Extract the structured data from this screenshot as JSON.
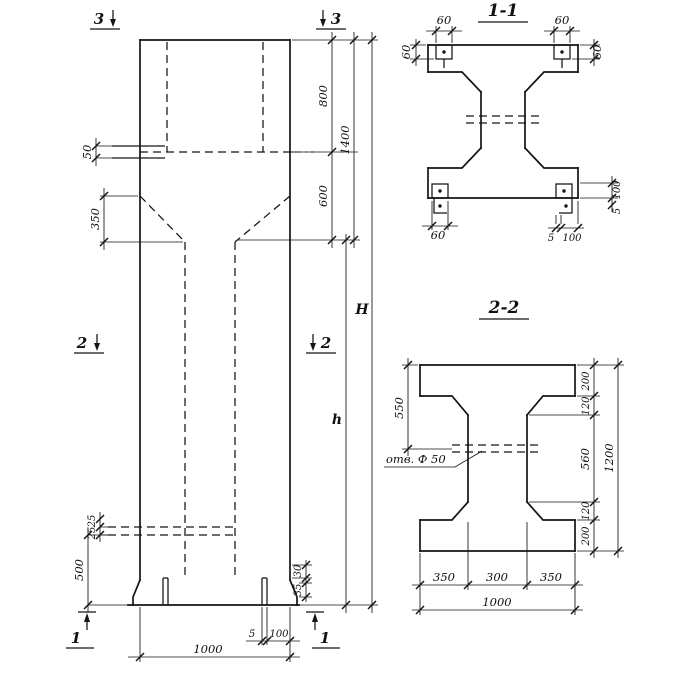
{
  "drawing": {
    "background": "#ffffff",
    "ink": "#141414"
  },
  "elevation": {
    "markers": {
      "one": "1",
      "two": "2",
      "three": "3"
    },
    "dims": {
      "d50": "50",
      "d350": "350",
      "d800": "800",
      "d600": "600",
      "d1400": "1400",
      "H": "H",
      "h": "h",
      "d25a": "25",
      "d25b": "25",
      "d500": "500",
      "d30": "30",
      "d35": "35",
      "d5": "5",
      "d100": "100",
      "d1000": "1000"
    }
  },
  "section11": {
    "title": "1-1",
    "dims": {
      "d60_tl": "60",
      "d60_tr": "60",
      "d60_lv": "60",
      "d60_rv": "60",
      "d60_bl": "60",
      "d5_b": "5",
      "d100_b": "100",
      "d100_rv": "100",
      "d5_rv": "5"
    }
  },
  "section22": {
    "title": "2-2",
    "hole_label": "отв. Ф 50",
    "dims": {
      "d550": "550",
      "d200t": "200",
      "d120t": "120",
      "d560": "560",
      "d120b": "120",
      "d200b": "200",
      "d1200": "1200",
      "d350l": "350",
      "d300": "300",
      "d350r": "350",
      "d1000": "1000"
    }
  }
}
